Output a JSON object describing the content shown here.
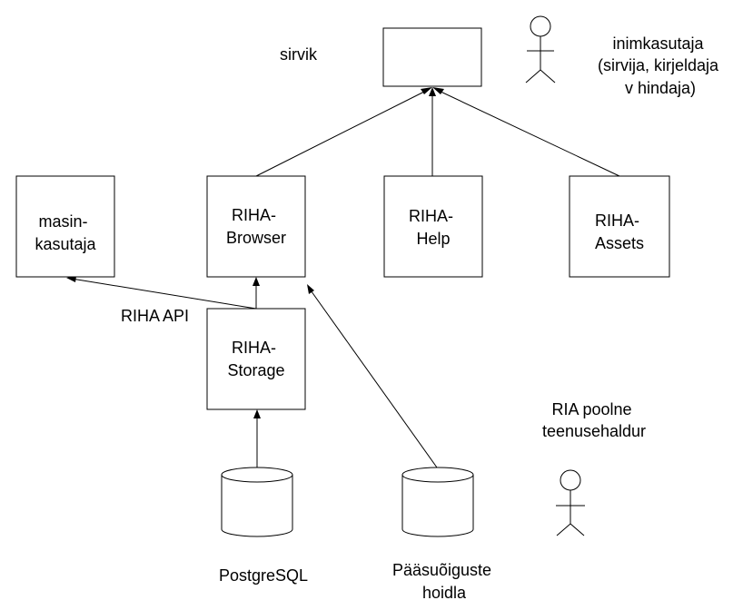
{
  "labels": {
    "browser_client": "sirvik",
    "human_user": [
      "inimkasutaja",
      "(sirvija, kirjeldaja",
      "v hindaja)"
    ],
    "machine_user": [
      "masin-",
      "kasutaja"
    ],
    "riha_browser": [
      "RIHA-",
      "Browser"
    ],
    "riha_help": [
      "RIHA-",
      "Help"
    ],
    "riha_assets": [
      "RIHA-",
      "Assets"
    ],
    "riha_storage": [
      "RIHA-",
      "Storage"
    ],
    "riha_api": "RIHA API",
    "ria_admin": [
      "RIA poolne",
      "teenusehaldur"
    ],
    "postgresql": "PostgreSQL",
    "access_store": [
      "Pääsuõiguste",
      "hoidla"
    ]
  }
}
